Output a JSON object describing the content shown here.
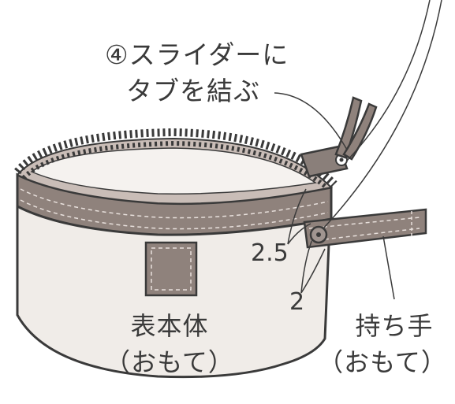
{
  "step_instruction": {
    "line1": "④スライダーに",
    "line2": "タブを結ぶ"
  },
  "dimensions": {
    "tab_offset": "2.5",
    "handle_offset": "2"
  },
  "parts": {
    "body": {
      "line1": "表本体",
      "line2": "（おもて）"
    },
    "handle": {
      "line1": "持ち手",
      "line2": "（おもて）"
    }
  },
  "colors": {
    "line": "#3a3a3a",
    "fabric": "#f0ece8",
    "band": "#8f827c",
    "zipper_tape": "#c9bdb7",
    "patch": "#8f827c"
  }
}
